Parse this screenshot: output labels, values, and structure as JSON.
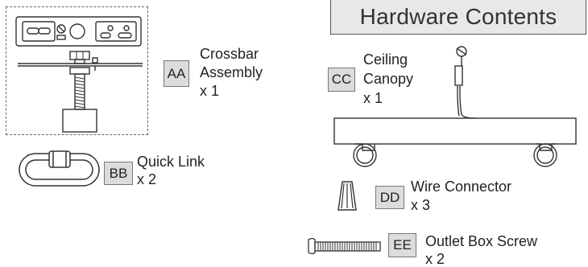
{
  "title": "Hardware Contents",
  "parts": {
    "aa": {
      "tag": "AA",
      "name_line1": "Crossbar",
      "name_line2": "Assembly",
      "qty": "x 1"
    },
    "bb": {
      "tag": "BB",
      "name_line1": "Quick Link",
      "qty": "x 2"
    },
    "cc": {
      "tag": "CC",
      "name_line1": "Ceiling",
      "name_line2": "Canopy",
      "qty": "x 1"
    },
    "dd": {
      "tag": "DD",
      "name_line1": "Wire Connector",
      "qty": "x 3"
    },
    "ee": {
      "tag": "EE",
      "name_line1": "Outlet Box Screw",
      "qty": "x 2"
    }
  },
  "colors": {
    "line": "#333333",
    "tag_bg": "#dcdcdc",
    "title_bg": "#e8e8e8"
  }
}
